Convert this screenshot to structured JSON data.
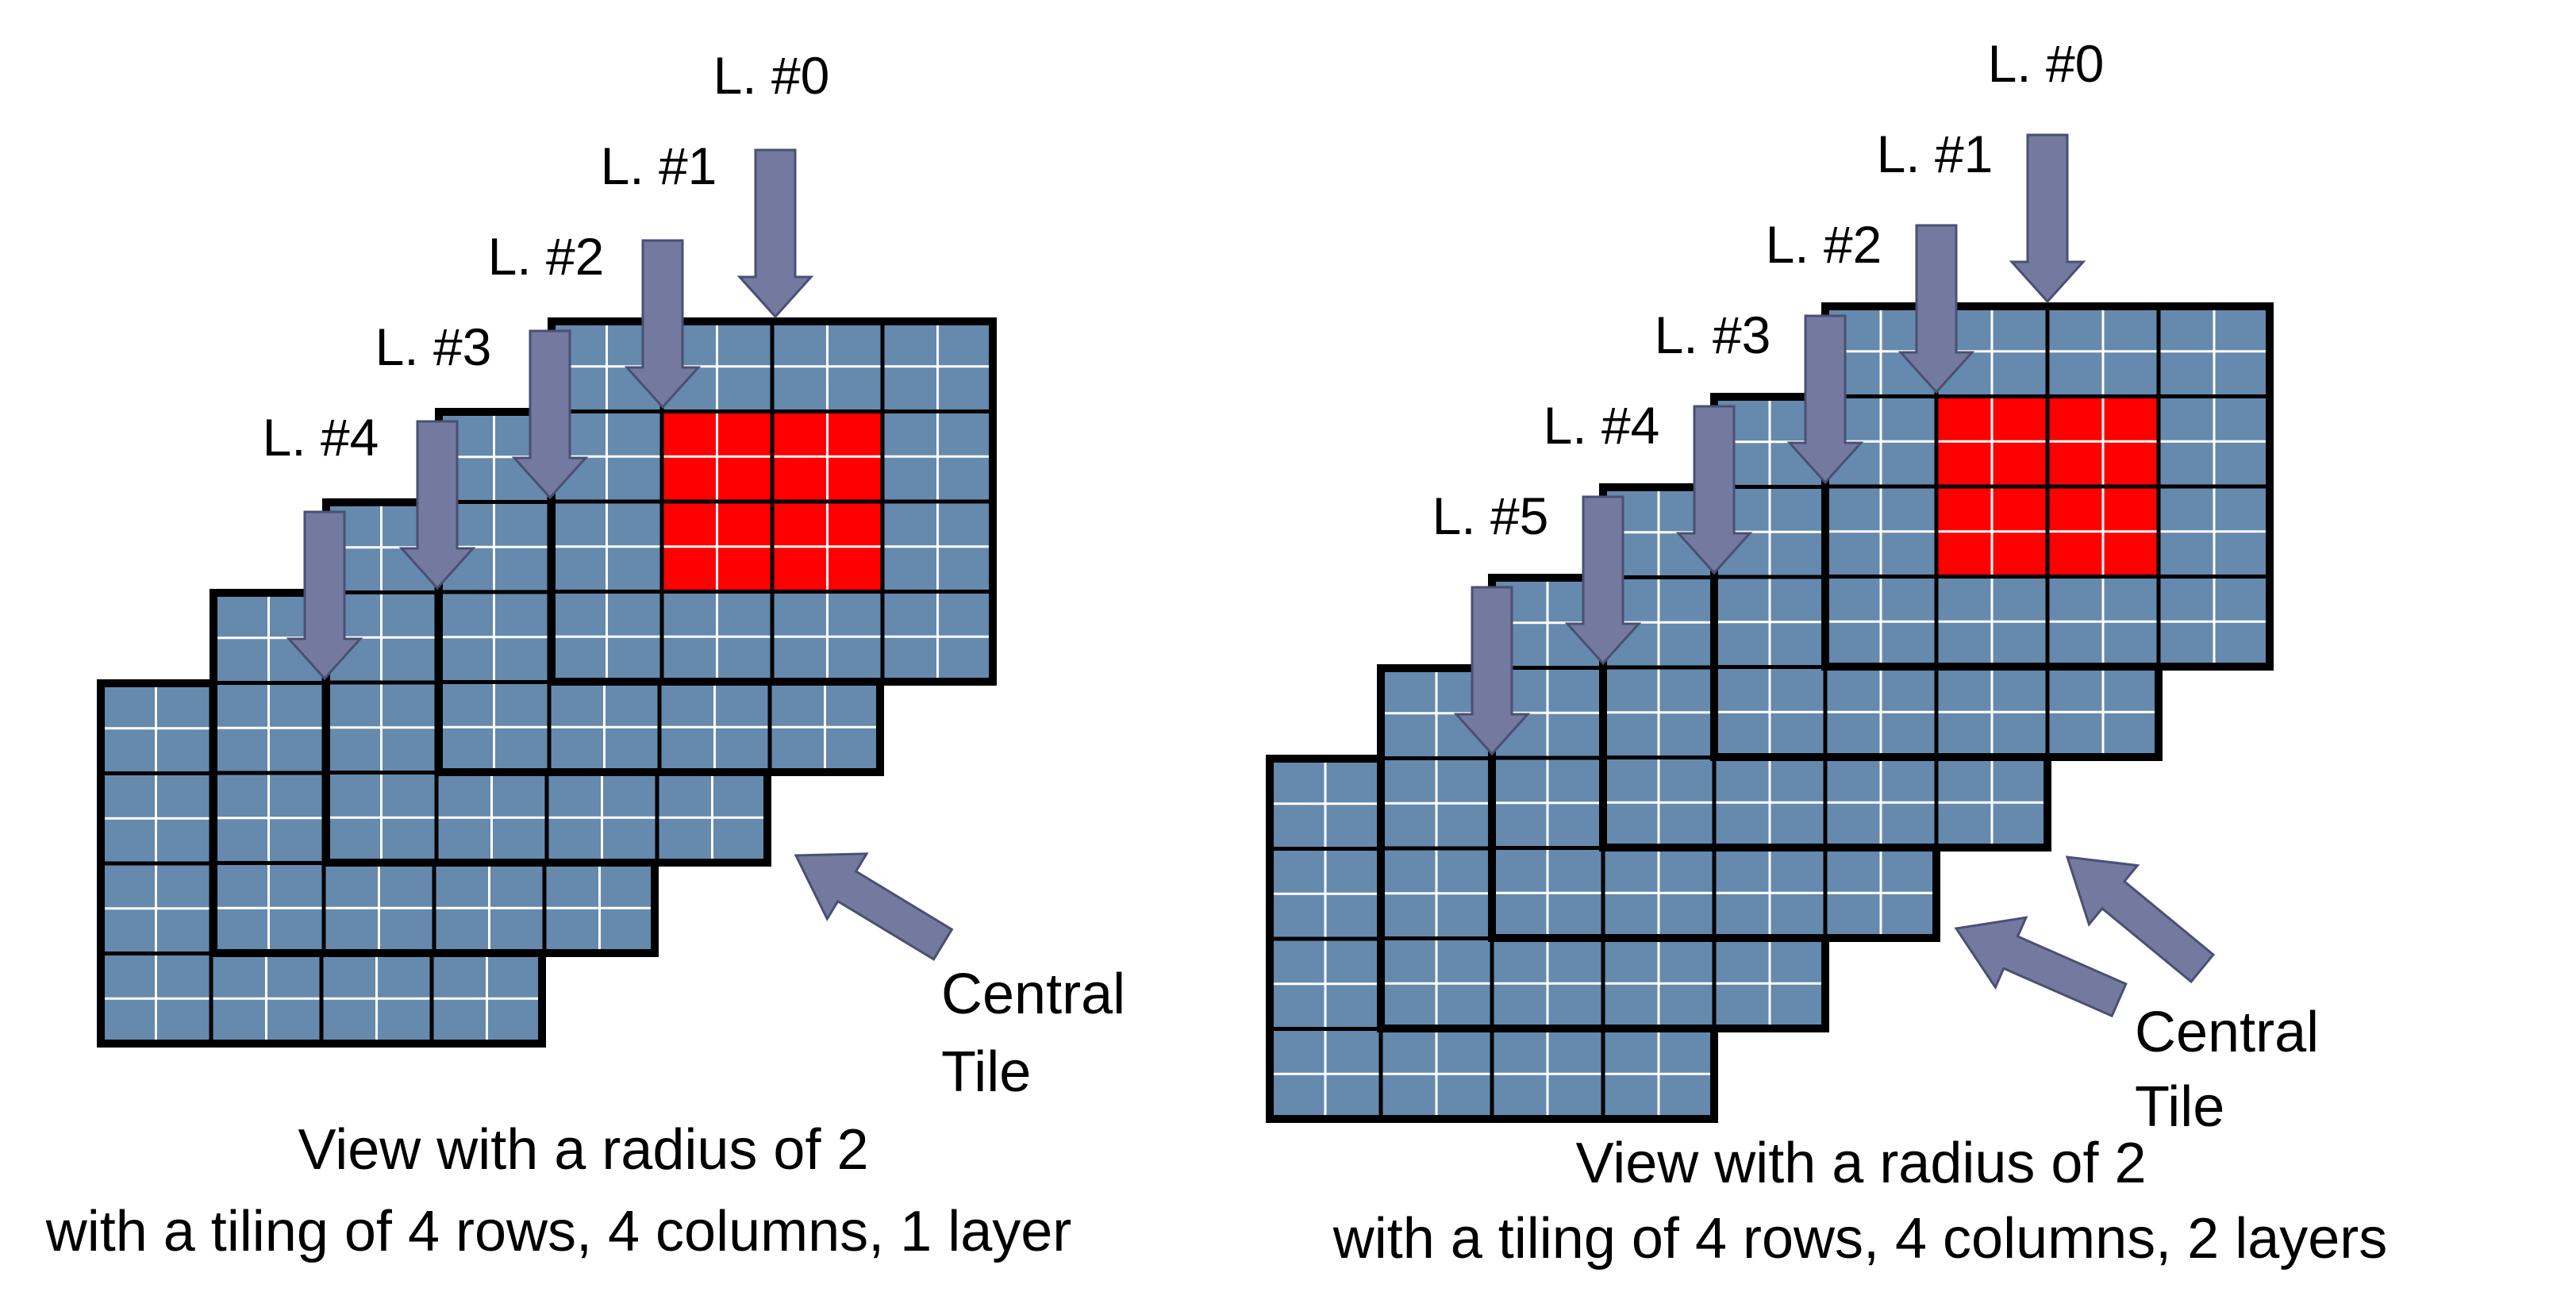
{
  "colors": {
    "tile_fill": "#6689ae",
    "central_fill": "#ff0000",
    "grid_line": "#ffffff",
    "frame": "#000000",
    "arrow": "#7479a0"
  },
  "figures": [
    {
      "id": "left",
      "layer_labels": [
        "L. #0",
        "L. #1",
        "L. #2",
        "L. #3",
        "L. #4"
      ],
      "central_label_lines": [
        "Central",
        "Tile"
      ],
      "caption_lines": [
        "View with a radius of 2",
        "with a tiling of 4 rows, 4 columns, 1 layer"
      ]
    },
    {
      "id": "right",
      "layer_labels": [
        "L. #0",
        "L. #1",
        "L. #2",
        "L. #3",
        "L. #4",
        "L. #5"
      ],
      "central_label_lines": [
        "Central",
        "Tile"
      ],
      "caption_lines": [
        "View with a radius of 2",
        "with a tiling of 4 rows, 4 columns, 2 layers"
      ]
    }
  ]
}
